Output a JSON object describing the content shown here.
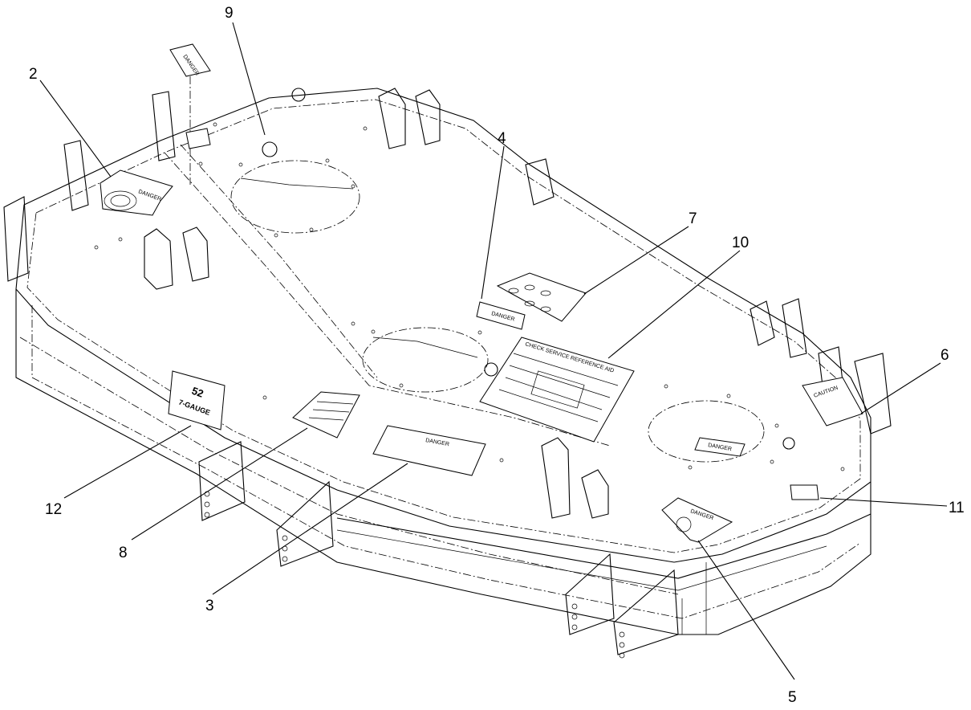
{
  "callouts": {
    "c2": "2",
    "c3": "3",
    "c4": "4",
    "c5": "5",
    "c6": "6",
    "c7": "7",
    "c8": "8",
    "c9": "9",
    "c10": "10",
    "c11": "11",
    "c12": "12"
  },
  "decals": {
    "danger": "DANGER",
    "caution": "CAUTION",
    "service_aid": "CHECK SERVICE REFERENCE AID",
    "gauge_size": "52",
    "gauge_label": "7-GAUGE"
  }
}
